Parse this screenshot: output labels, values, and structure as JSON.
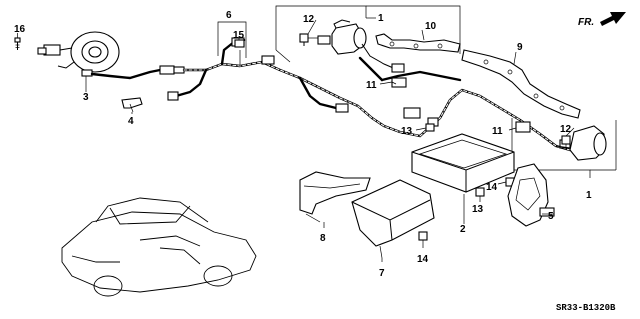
{
  "diagram": {
    "drawing_code": "SR33-B1320B",
    "direction_label": "FR.",
    "callouts": [
      "1",
      "2",
      "3",
      "4",
      "5",
      "6",
      "7",
      "8",
      "9",
      "10",
      "11",
      "12",
      "13",
      "14",
      "15",
      "16"
    ]
  }
}
